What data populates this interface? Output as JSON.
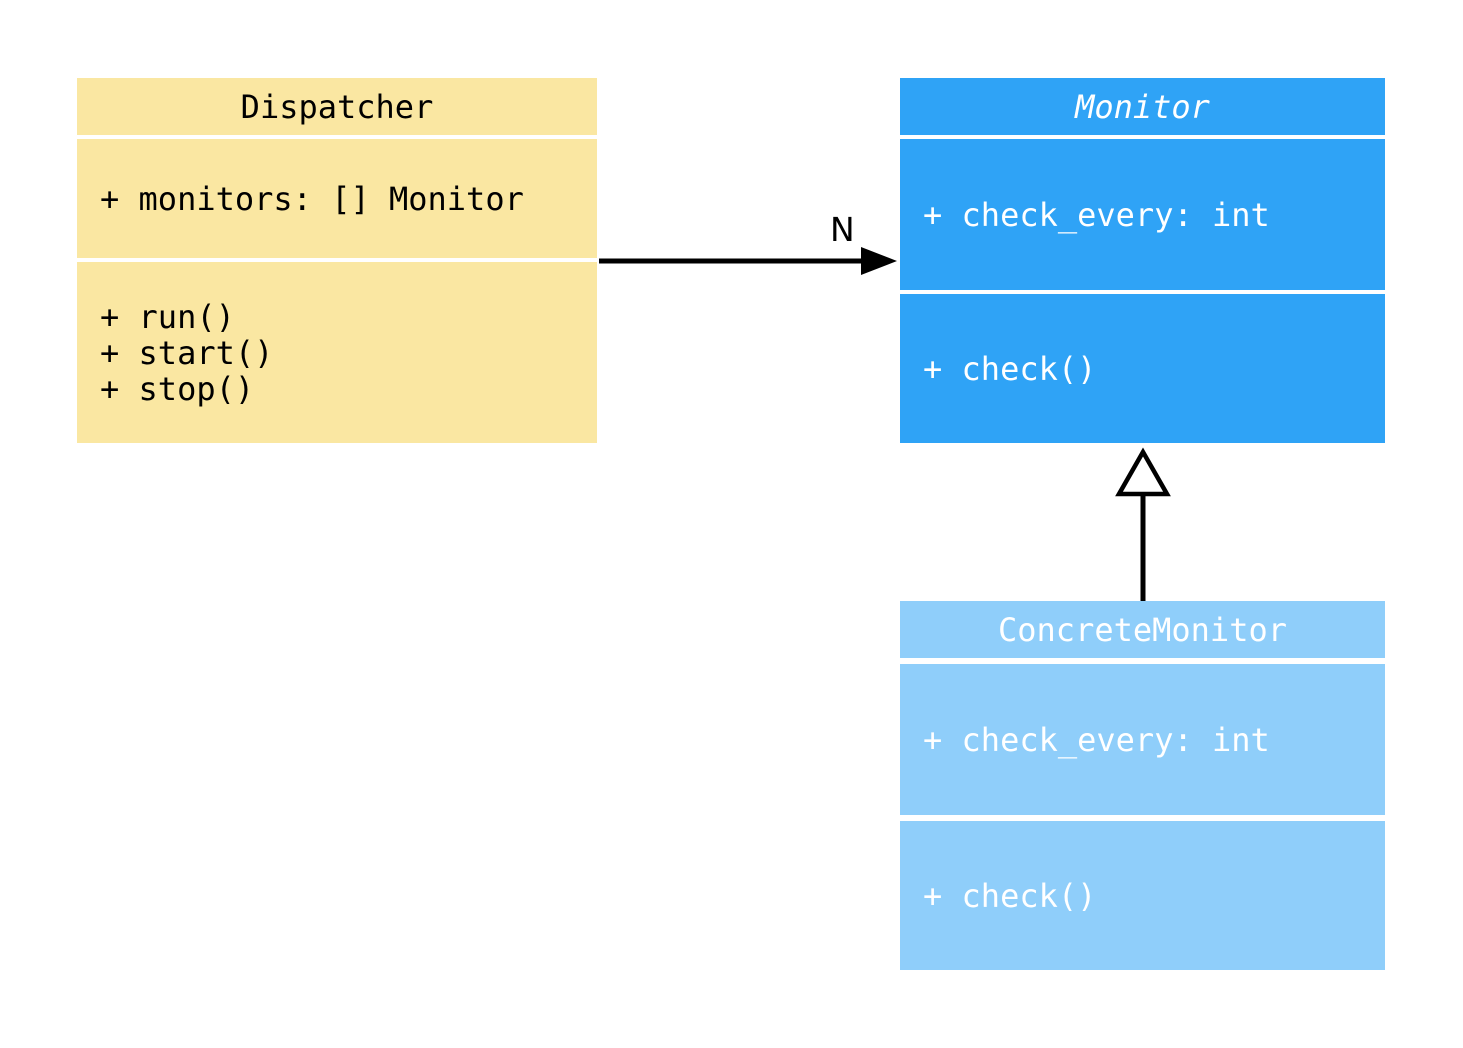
{
  "diagram": {
    "type": "uml-class-diagram",
    "background": "#ffffff",
    "classes": [
      {
        "name": "Dispatcher",
        "abstract": false,
        "fill": "#fae7a2",
        "text_color": "#000000",
        "attributes": [
          "+ monitors: [] Monitor"
        ],
        "methods": [
          "+ run()",
          "+ start()",
          "+ stop()"
        ]
      },
      {
        "name": "Monitor",
        "abstract": true,
        "fill": "#2fa3f6",
        "text_color": "#ffffff",
        "attributes": [
          "+ check_every: int"
        ],
        "methods": [
          "+ check()"
        ]
      },
      {
        "name": "ConcreteMonitor",
        "abstract": false,
        "fill": "#8fcefa",
        "text_color": "#ffffff",
        "attributes": [
          "+ check_every: int"
        ],
        "methods": [
          "+ check()"
        ]
      }
    ],
    "relations": [
      {
        "type": "association",
        "from": "Dispatcher",
        "to": "Monitor",
        "label": "N",
        "arrowhead": "filled",
        "color": "#000000"
      },
      {
        "type": "inheritance",
        "from": "ConcreteMonitor",
        "to": "Monitor",
        "label": "",
        "arrowhead": "hollow-triangle",
        "color": "#000000"
      }
    ]
  }
}
